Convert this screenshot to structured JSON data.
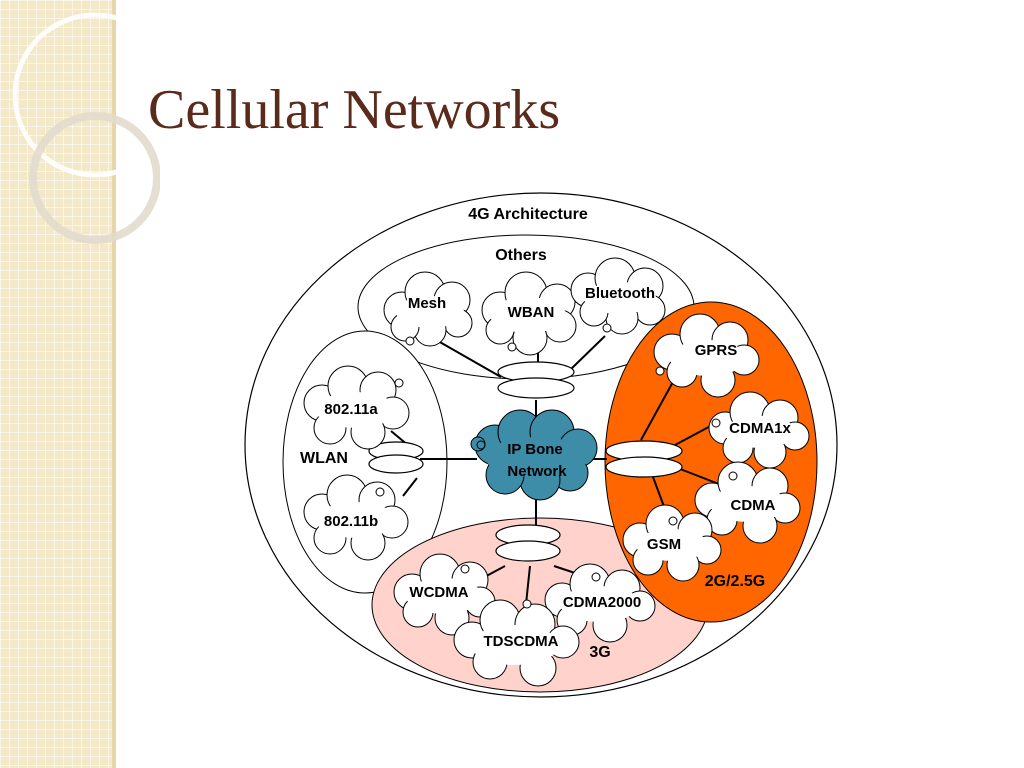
{
  "slide": {
    "title": "Cellular Networks"
  },
  "diagram": {
    "outer_label": "4G Architecture",
    "core_label_line1": "IP Bone",
    "core_label_line2": "Network",
    "groups": {
      "others": {
        "label": "Others",
        "members": [
          "Mesh",
          "WBAN",
          "Bluetooth"
        ]
      },
      "wlan": {
        "label": "WLAN",
        "members": [
          "802.11a",
          "802.11b"
        ]
      },
      "g3": {
        "label": "3G",
        "members": [
          "WCDMA",
          "TDSCDMA",
          "CDMA2000"
        ]
      },
      "g2": {
        "label": "2G/2.5G",
        "members": [
          "GPRS",
          "CDMA1x",
          "CDMA",
          "GSM"
        ]
      }
    },
    "colors": {
      "core_fill": "#3d8ca8",
      "g2_fill": "#ff6600",
      "g3_fill": "#ffd3cc",
      "title_color": "#5a2a1a",
      "side_band": "#f3e8c7"
    }
  }
}
